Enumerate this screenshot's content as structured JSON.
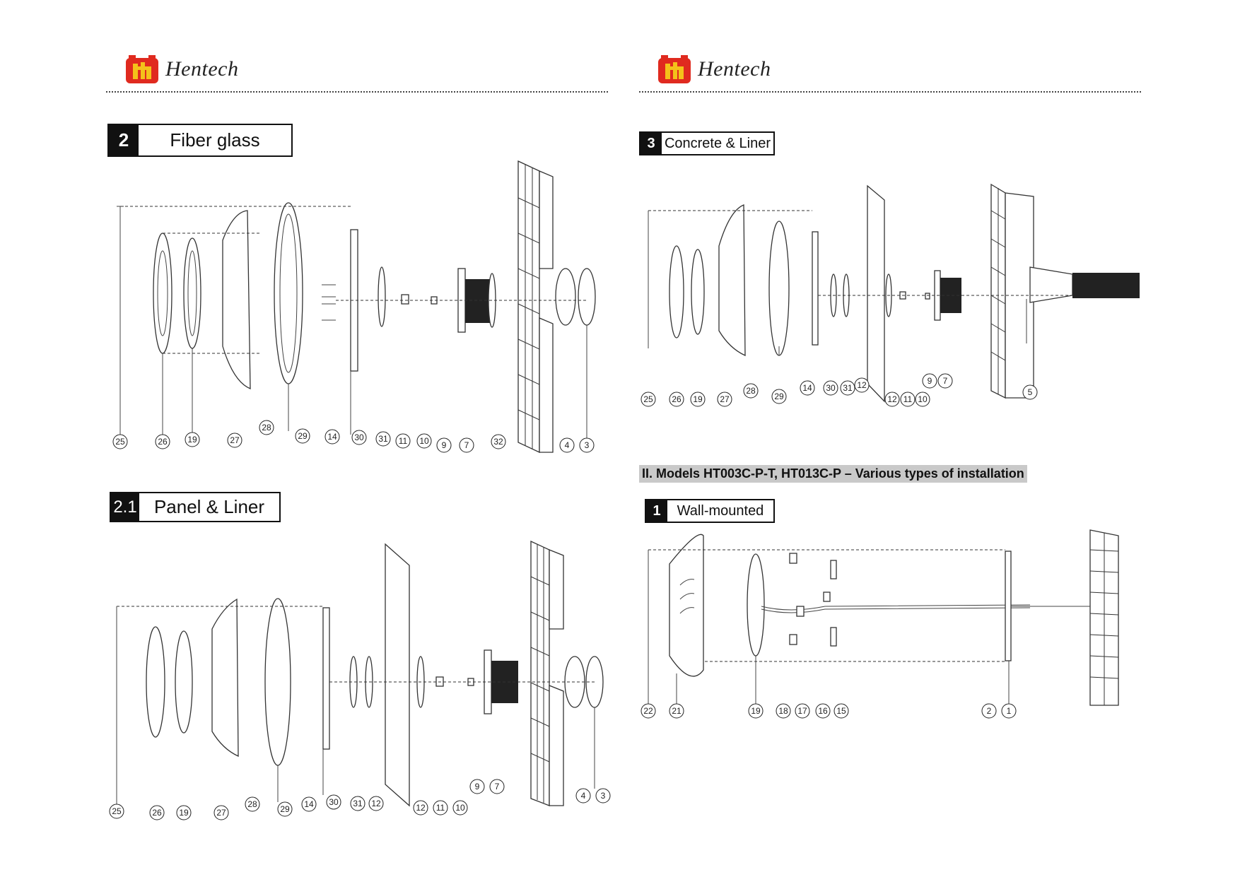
{
  "brand": {
    "name": "Hentech"
  },
  "left": {
    "section_2": {
      "number": "2",
      "title": "Fiber glass",
      "callouts": [
        "25",
        "26",
        "19",
        "27",
        "28",
        "29",
        "14",
        "30",
        "31",
        "11",
        "10",
        "9",
        "7",
        "32",
        "4",
        "3"
      ]
    },
    "section_2_1": {
      "number": "2.1",
      "title": "Panel & Liner",
      "callouts": [
        "25",
        "26",
        "19",
        "27",
        "28",
        "29",
        "14",
        "30",
        "31",
        "12",
        "12",
        "11",
        "10",
        "9",
        "7",
        "4",
        "3"
      ]
    }
  },
  "right": {
    "section_3": {
      "number": "3",
      "title": "Concrete & Liner",
      "callouts": [
        "25",
        "26",
        "19",
        "27",
        "28",
        "29",
        "14",
        "30",
        "31",
        "12",
        "12",
        "11",
        "10",
        "9",
        "7",
        "5"
      ]
    },
    "models_heading": "II. Models HT003C-P-T, HT013C-P – Various types of installation",
    "section_1": {
      "number": "1",
      "title": "Wall-mounted",
      "callouts": [
        "22",
        "21",
        "19",
        "18",
        "17",
        "16",
        "15",
        "2",
        "1"
      ]
    }
  },
  "colors": {
    "logo_red": "#e02a1f",
    "logo_yellow": "#f4c21a",
    "heading_bar": "#c9c9c9"
  }
}
